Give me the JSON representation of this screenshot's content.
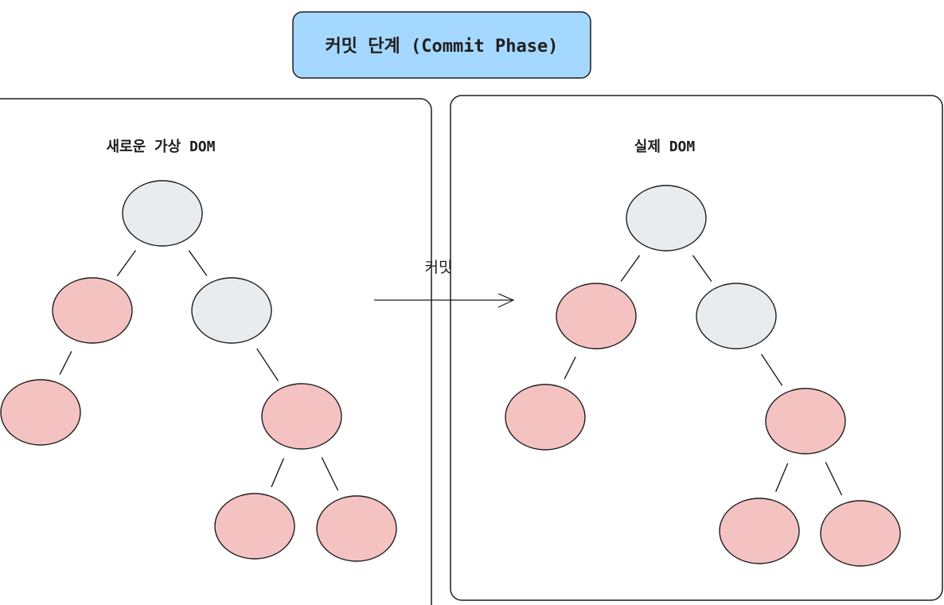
{
  "diagram": {
    "title": "커밋 단계 (Commit Phase)",
    "arrow_label": "커밋",
    "panels": [
      {
        "id": "left",
        "title": "새로운 가상 DOM"
      },
      {
        "id": "right",
        "title": "실제 DOM"
      }
    ],
    "colors": {
      "title_box_fill": "#a5d8ff",
      "title_box_stroke": "#1e1e1e",
      "panel_stroke": "#1e1e1e",
      "node_gray": "#e9ecef",
      "node_pink": "#f5c2c2",
      "node_stroke": "#1e1e1e",
      "edge": "#1e1e1e",
      "text": "#1e1e1e"
    },
    "trees": [
      {
        "panel": "left",
        "nodes": [
          {
            "id": "root",
            "state": "unchanged"
          },
          {
            "id": "l",
            "state": "changed"
          },
          {
            "id": "r",
            "state": "unchanged"
          },
          {
            "id": "ll",
            "state": "changed"
          },
          {
            "id": "rr",
            "state": "changed"
          },
          {
            "id": "rrl",
            "state": "changed"
          },
          {
            "id": "rrr",
            "state": "changed"
          }
        ],
        "edges": [
          [
            "root",
            "l"
          ],
          [
            "root",
            "r"
          ],
          [
            "l",
            "ll"
          ],
          [
            "r",
            "rr"
          ],
          [
            "rr",
            "rrl"
          ],
          [
            "rr",
            "rrr"
          ]
        ]
      },
      {
        "panel": "right",
        "nodes": [
          {
            "id": "root",
            "state": "unchanged"
          },
          {
            "id": "l",
            "state": "changed"
          },
          {
            "id": "r",
            "state": "unchanged"
          },
          {
            "id": "ll",
            "state": "changed"
          },
          {
            "id": "rr",
            "state": "changed"
          },
          {
            "id": "rrl",
            "state": "changed"
          },
          {
            "id": "rrr",
            "state": "changed"
          }
        ],
        "edges": [
          [
            "root",
            "l"
          ],
          [
            "root",
            "r"
          ],
          [
            "l",
            "ll"
          ],
          [
            "r",
            "rr"
          ],
          [
            "rr",
            "rrl"
          ],
          [
            "rr",
            "rrr"
          ]
        ]
      }
    ]
  }
}
